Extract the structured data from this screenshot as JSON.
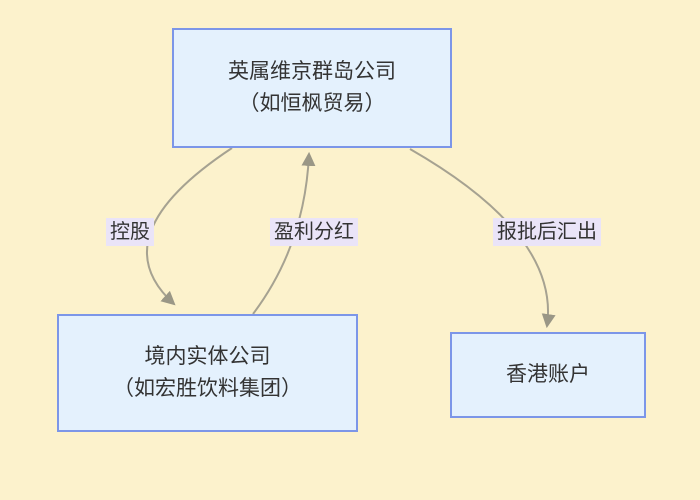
{
  "diagram": {
    "type": "flowchart",
    "nodes": [
      {
        "id": "bvi",
        "line1": "英属维京群岛公司",
        "line2": "（如恒枫贸易）"
      },
      {
        "id": "onshore",
        "line1": "境内实体公司",
        "line2": "（如宏胜饮料集团）"
      },
      {
        "id": "hk",
        "line1": "香港账户",
        "line2": ""
      }
    ],
    "edges": [
      {
        "from": "bvi",
        "to": "onshore",
        "label": "控股",
        "direction": "down"
      },
      {
        "from": "onshore",
        "to": "bvi",
        "label": "盈利分红",
        "direction": "up"
      },
      {
        "from": "bvi",
        "to": "hk",
        "label": "报批后汇出",
        "direction": "down"
      }
    ]
  },
  "colors": {
    "background": "#FCF2CC",
    "node_fill": "#E4F1FD",
    "node_border": "#7C96E8",
    "label_bg": "#EAE4F8",
    "text": "#333333",
    "edge_line": "#A6A291",
    "arrow": "#9A9786"
  }
}
